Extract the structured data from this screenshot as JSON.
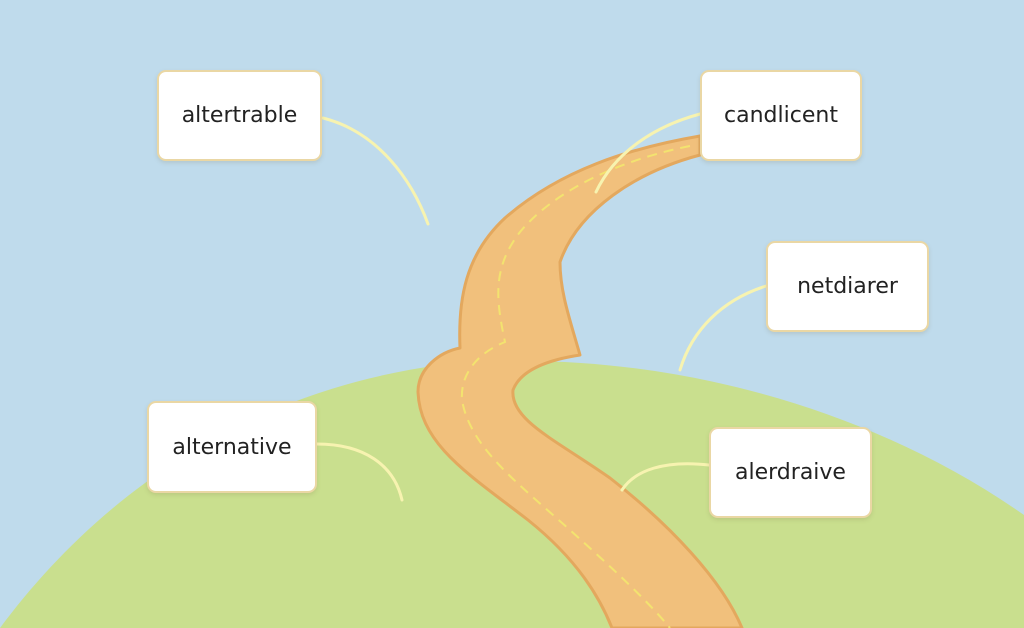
{
  "colors": {
    "sky": "#bfdbec",
    "hill": "#c9df8e",
    "path": "#f1c07c",
    "path_edge": "#e3a85e",
    "path_centerline": "#f3e36f",
    "connector": "#f7f3b0",
    "box_border": "#ead7a4"
  },
  "labels": [
    {
      "id": "label-1",
      "text": "altertrable"
    },
    {
      "id": "label-2",
      "text": "candlicent"
    },
    {
      "id": "label-3",
      "text": "netdiarer"
    },
    {
      "id": "label-4",
      "text": "alternative"
    },
    {
      "id": "label-5",
      "text": "alerdraive"
    }
  ]
}
